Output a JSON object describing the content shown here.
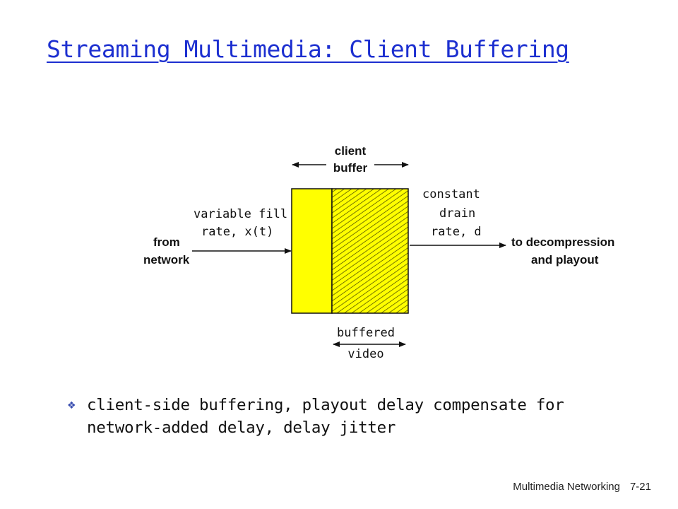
{
  "slide": {
    "title": "Streaming Multimedia:  Client Buffering"
  },
  "diagram": {
    "client_buffer_line1": "client",
    "client_buffer_line2": "buffer",
    "variable_fill_line1": "variable fill",
    "variable_fill_line2": "rate, x(t)",
    "constant_drain_line1": "constant",
    "constant_drain_line2": "drain",
    "constant_drain_line3": "rate, d",
    "from_network_line1": "from",
    "from_network_line2": "network",
    "to_decompression_line1": "to decompression",
    "to_decompression_line2": "and playout",
    "buffered_video_line1": "buffered",
    "buffered_video_line2": "video",
    "colors": {
      "buffer_fill": "#ffff00",
      "hatch": "#555500"
    }
  },
  "bullet": {
    "icon": "diamond-bullet-icon",
    "text": "client-side buffering, playout delay compensate for network-added delay, delay jitter"
  },
  "footer": {
    "section": "Multimedia Networking",
    "page": "7-21"
  }
}
